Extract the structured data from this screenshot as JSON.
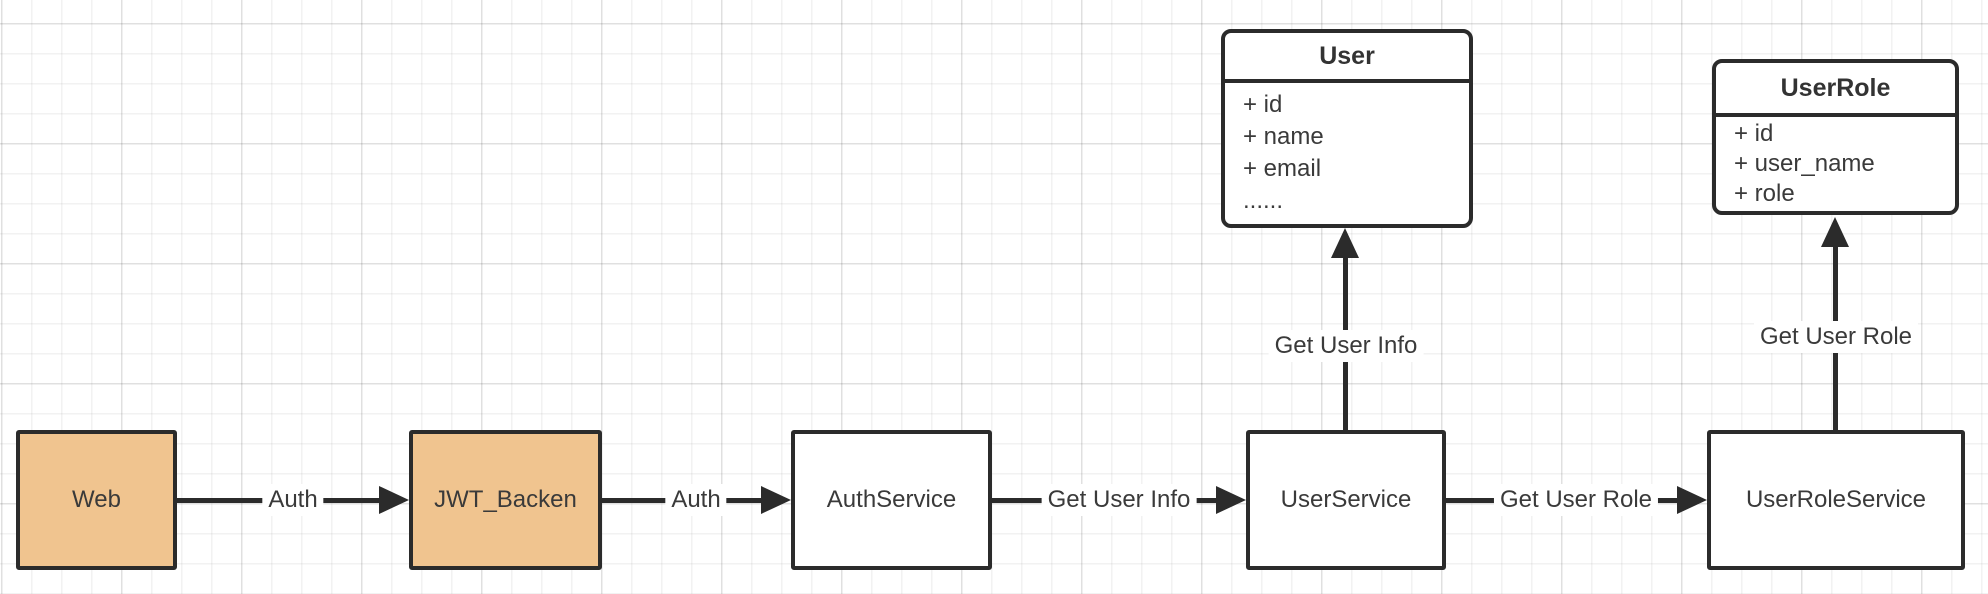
{
  "colors": {
    "node_fill_orange": "#F0C48F",
    "node_fill_white": "#FFFFFF",
    "stroke": "#2B2B2B",
    "label_text": "#3A3A3A",
    "grid_line": "#EDEDED",
    "canvas_bg": "#FFFFFF"
  },
  "diagram": {
    "nodes": [
      {
        "id": "web",
        "label": "Web",
        "fill": "#F0C48F"
      },
      {
        "id": "jwt_backen",
        "label": "JWT_Backen",
        "fill": "#F0C48F"
      },
      {
        "id": "auth_service",
        "label": "AuthService",
        "fill": "#FFFFFF"
      },
      {
        "id": "user_service",
        "label": "UserService",
        "fill": "#FFFFFF"
      },
      {
        "id": "user_role_service",
        "label": "UserRoleService",
        "fill": "#FFFFFF"
      }
    ],
    "classes": [
      {
        "id": "user",
        "title": "User",
        "fields": [
          "+ id",
          "+ name",
          "+ email",
          "......"
        ]
      },
      {
        "id": "user_role",
        "title": "UserRole",
        "fields": [
          "+ id",
          "+ user_name",
          "+ role"
        ]
      }
    ],
    "edges": [
      {
        "from": "Web",
        "to": "JWT_Backen",
        "label": "Auth",
        "direction": "right"
      },
      {
        "from": "JWT_Backen",
        "to": "AuthService",
        "label": "Auth",
        "direction": "right"
      },
      {
        "from": "AuthService",
        "to": "UserService",
        "label": "Get User Info",
        "direction": "right"
      },
      {
        "from": "UserService",
        "to": "UserRoleService",
        "label": "Get User Role",
        "direction": "right"
      },
      {
        "from": "UserService",
        "to": "User",
        "label": "Get User Info",
        "direction": "up"
      },
      {
        "from": "UserRoleService",
        "to": "UserRole",
        "label": "Get User Role",
        "direction": "up"
      }
    ]
  }
}
